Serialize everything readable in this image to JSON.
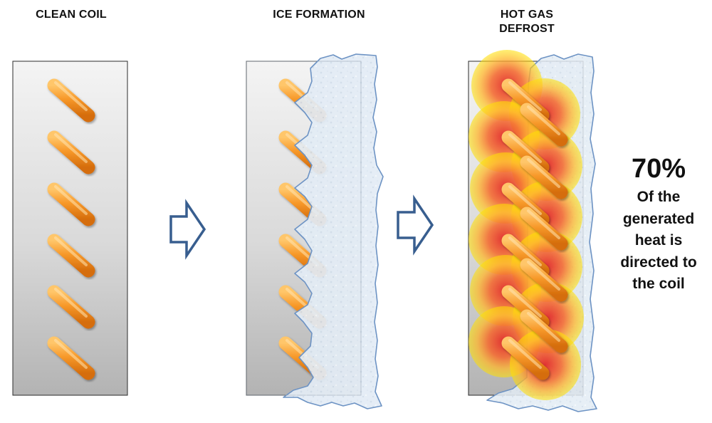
{
  "panels": {
    "clean": {
      "title": "CLEAN COIL"
    },
    "ice": {
      "title": "ICE FORMATION"
    },
    "hot_gas": {
      "title_line1": "HOT GAS",
      "title_line2": "DEFROST"
    }
  },
  "statistic": {
    "percent": "70%",
    "lines": [
      "Of the",
      "generated",
      "heat is",
      "directed to",
      "the coil"
    ]
  },
  "colors": {
    "coil_orange": "#f39424",
    "ice_outline": "#6d93c4",
    "ice_fill": "#e4edf6",
    "arrow_outline": "#385e8f",
    "heat_red": "#ee3c28",
    "heat_yellow": "#ffe000"
  },
  "icons": [
    "right-arrow-icon",
    "right-arrow-icon"
  ]
}
